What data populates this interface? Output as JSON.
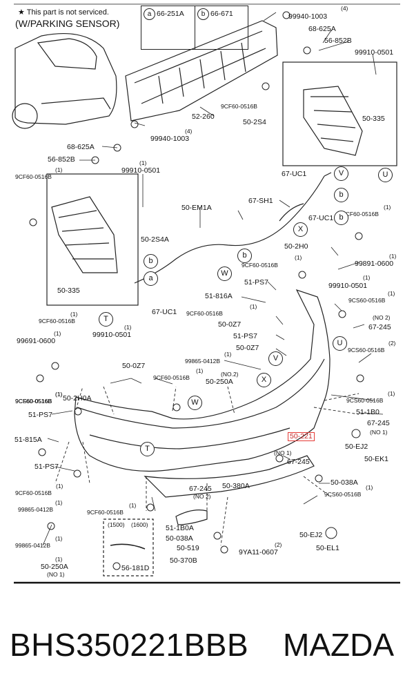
{
  "notes": {
    "not_serviced": "★ This part is not serviced.",
    "parking_sensor": "(W/PARKING SENSOR)"
  },
  "legend": [
    {
      "letter": "a",
      "part": "66-251A"
    },
    {
      "letter": "b",
      "part": "66-671"
    }
  ],
  "labels": {
    "l_99940_top": "99940-1003",
    "l_99940_top_qty": "(4)",
    "l_68625A_top": "68-625A",
    "l_56852B_top": "56-852B",
    "l_99910_top": "99910-0501",
    "l_9CF60_top": "9CF60-0516B",
    "l_52260": "52-260",
    "l_502S4": "50-2S4",
    "l_50335_r": "50-335",
    "l_99940_bot_qty": "(4)",
    "l_99940_bot": "99940-1003",
    "l_68625A_l": "68-625A",
    "l_56852B_l": "56-852B",
    "l_9CF60_l_qty": "(1)",
    "l_9CF60_l": "9CF60-0516B",
    "l_99910_l_qty": "(1)",
    "l_99910_l": "99910-0501",
    "l_67UC1_top": "67-UC1",
    "l_67SH1": "67-SH1",
    "l_50EM1A": "50-EM1A",
    "l_9CF60_r1_qty": "(1)",
    "l_9CF60_r1": "9CF60-0516B",
    "l_67UC1_mid": "67-UC1",
    "l_502S4A": "50-2S4A",
    "l_502H0": "50-2H0",
    "l_9CF60_r2_qty": "(1)",
    "l_9CF60_r2": "9CF60-0516B",
    "l_99891_qty": "(1)",
    "l_99891": "99891-0600",
    "l_99910_r_qty": "(1)",
    "l_99910_r": "99910-0501",
    "l_50335_l": "50-335",
    "l_67UC1_bot": "67-UC1",
    "l_51PS7_top": "51-PS7",
    "l_51816A": "51-816A",
    "l_9CS60_r1_qty": "(1)",
    "l_9CS60_r1": "9CS60-0516B",
    "l_9CF60_m_qty": "(1)",
    "l_9CF60_m": "9CF60-0516B",
    "l_67245_r_qty": "(NO 2)",
    "l_67245_r": "67-245",
    "l_9CF60_ll_qty": "(1)",
    "l_9CF60_ll": "9CF60-0516B",
    "l_500Z7_m": "50-0Z7",
    "l_99910_ll_qty": "(1)",
    "l_99910_ll": "99910-0501",
    "l_99691_qty": "(1)",
    "l_99691": "99691-0600",
    "l_51PS7_m": "51-PS7",
    "l_500Z7_m2": "50-0Z7",
    "l_9CS60_r2_qty": "(2)",
    "l_9CS60_r2": "9CS60-0516B",
    "l_99865_m_qty": "(1)",
    "l_99865_m": "99865-0412B",
    "l_500Z7_l": "50-0Z7",
    "l_9CF60_ml_qty": "(1)",
    "l_9CF60_ml": "9CF60-0516B",
    "l_9CS60_ll_qty": "(1)",
    "l_9CS60_ll": "9CS60-0516B",
    "l_50250A_m_qty": "(NO.2)",
    "l_50250A_m": "50-250A",
    "l_9CF60_lll_qty": "(1)",
    "l_9CF60_lll": "9CF60-0516B",
    "l_502H0A": "50-2H0A",
    "l_9CS60_r3_qty": "(1)",
    "l_9CS60_r3": "9CS60-0516B",
    "l_511B0": "51-1B0",
    "l_51PS7_l": "51-PS7",
    "l_67245_r2": "67-245",
    "l_67245_r2_qty": "(NO 1)",
    "l_50221": "50-221",
    "l_50EJ2_r": "50-EJ2",
    "l_50EK1": "50-EK1",
    "l_51815A": "51-815A",
    "l_67245_m_qty": "(NO 1)",
    "l_67245_m": "67-245",
    "l_51PS7_ll": "51-PS7",
    "l_50038A_r": "50-038A",
    "l_9CF60_b_qty": "(1)",
    "l_9CF60_b": "9CF60-0516B",
    "l_67245_b": "67-245",
    "l_67245_b_qty": "(NO 2)",
    "l_50380A": "50-380A",
    "l_9CS60_b_qty": "(1)",
    "l_9CS60_b": "9CS60-0516B",
    "l_99865_b_qty": "(1)",
    "l_99865_b": "99865-0412B",
    "l_9CF60_bb_qty": "(1)",
    "l_9CF60_bb": "9CF60-0516B",
    "l_1500": "(1500)",
    "l_1600": "(1600)",
    "l_511B0A": "51-1B0A",
    "l_50038A_b": "50-038A",
    "l_50EJ2_b": "50-EJ2",
    "l_99865_bl_qty": "(1)",
    "l_99865_bl": "99865-0412B",
    "l_50519_qty": "(2)",
    "l_50519": "50-519",
    "l_9YA11": "9YA11-0607",
    "l_50EL1": "50-EL1",
    "l_50250A_b_qty": "(1)",
    "l_50250A_b": "50-250A",
    "l_50250A_b_no": "(NO 1)",
    "l_50370B": "50-370B",
    "l_56181D": "56-181D"
  },
  "callouts": {
    "c_b_top": "b",
    "c_V_top": "V",
    "c_U_top": "U",
    "c_b_r": "b",
    "c_X_r": "X",
    "c_b_l": "b",
    "c_a_l": "a",
    "c_b_m": "b",
    "c_W_m": "W",
    "c_T_l": "T",
    "c_U_r": "U",
    "c_V_m": "V",
    "c_X_m": "X",
    "c_W_b": "W",
    "c_T_b": "T"
  },
  "caption": {
    "part_number": "BHS350221BBB",
    "brand": "MAZDA"
  },
  "colors": {
    "highlight": "#e53935",
    "line": "#222222"
  }
}
